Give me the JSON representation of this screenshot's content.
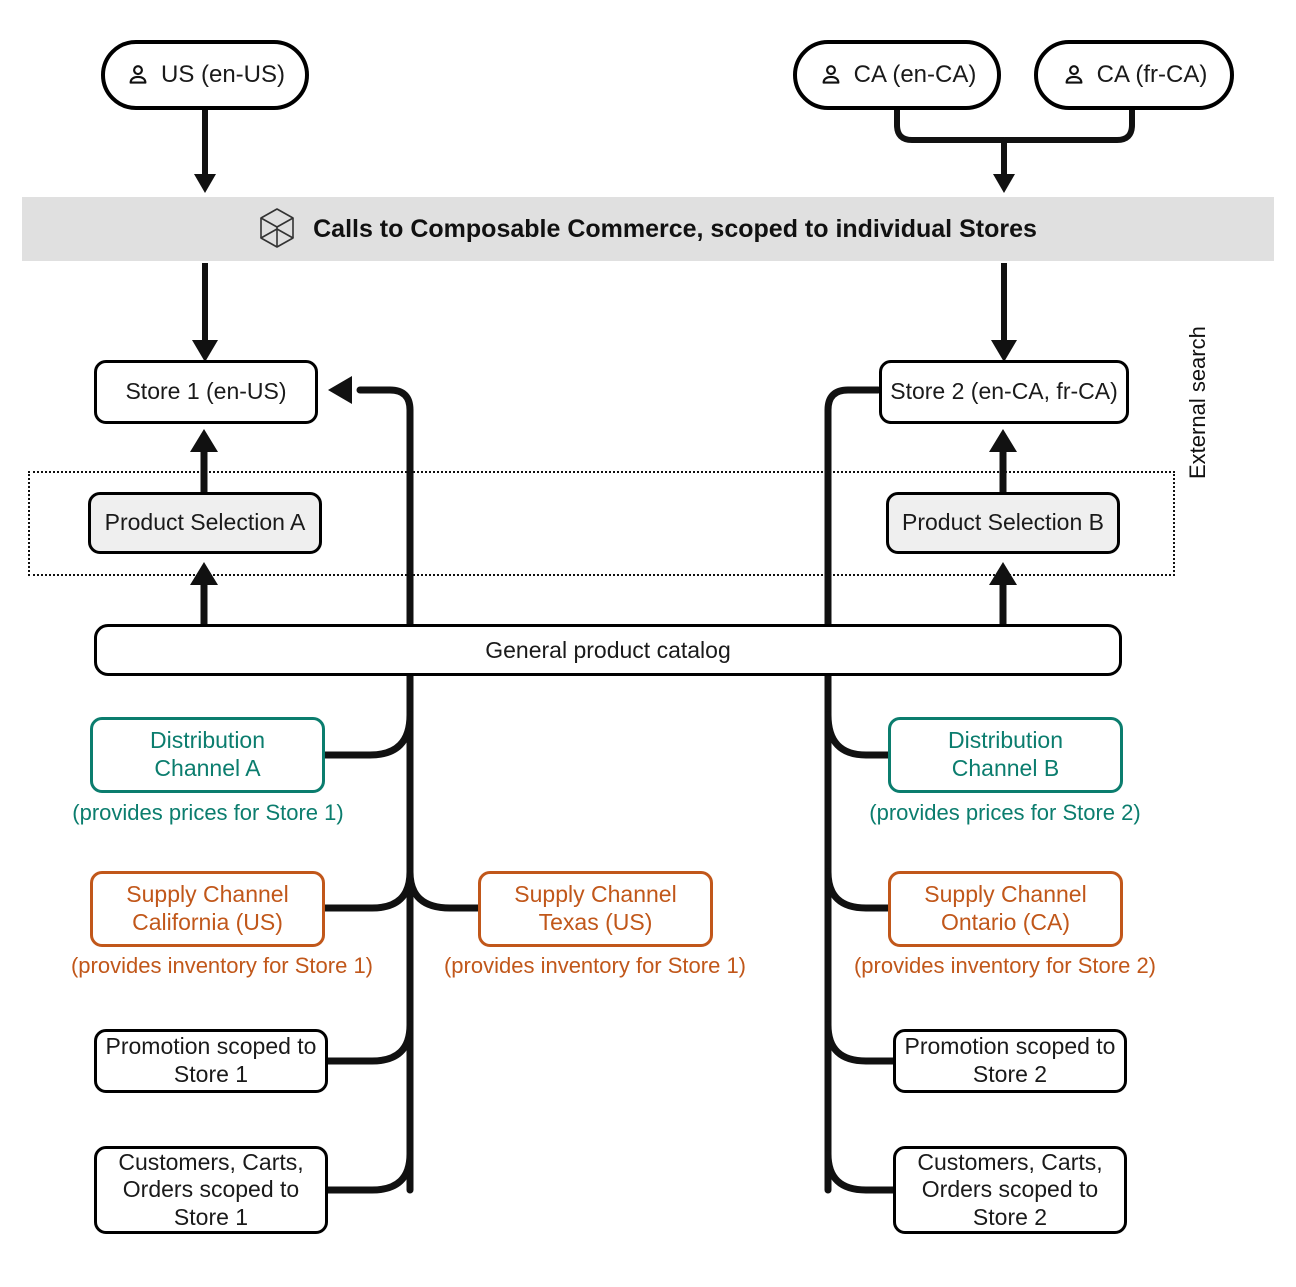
{
  "diagram": {
    "title": "Composable Commerce Stores scoping diagram",
    "colors": {
      "teal": "#0b7d6e",
      "orange": "#c1571a",
      "banner_bg": "#e0e0e0",
      "shaded_box_bg": "#efefef",
      "line": "#111111"
    }
  },
  "channels_users": [
    {
      "id": "us",
      "label": "US (en-US)",
      "icon": "person-icon"
    },
    {
      "id": "ca_en",
      "label": "CA (en-CA)",
      "icon": "person-icon"
    },
    {
      "id": "ca_fr",
      "label": "CA (fr-CA)",
      "icon": "person-icon"
    }
  ],
  "banner": {
    "icon": "cube-icon",
    "label": "Calls to Composable Commerce, scoped to individual Stores"
  },
  "stores": [
    {
      "id": "store1",
      "label": "Store 1 (en-US)"
    },
    {
      "id": "store2",
      "label": "Store 2 (en-CA, fr-CA)"
    }
  ],
  "product_selections": [
    {
      "id": "psa",
      "label": "Product Selection A"
    },
    {
      "id": "psb",
      "label": "Product Selection B"
    }
  ],
  "external_search": {
    "label": "External search"
  },
  "catalog": {
    "label": "General product catalog"
  },
  "distribution_channels": [
    {
      "id": "dca",
      "label": "Distribution\nChannel A",
      "line1": "Distribution",
      "line2": "Channel A",
      "caption": "(provides prices for Store 1)"
    },
    {
      "id": "dcb",
      "label": "Distribution\nChannel B",
      "line1": "Distribution",
      "line2": "Channel B",
      "caption": "(provides prices for Store 2)"
    }
  ],
  "supply_channels": [
    {
      "id": "sca",
      "line1": "Supply Channel",
      "line2": "California (US)",
      "caption": "(provides inventory for Store 1)"
    },
    {
      "id": "sctx",
      "line1": "Supply Channel",
      "line2": "Texas (US)",
      "caption": "(provides inventory for Store 1)"
    },
    {
      "id": "scon",
      "line1": "Supply Channel",
      "line2": "Ontario (CA)",
      "caption": "(provides inventory for Store 2)"
    }
  ],
  "promotions": [
    {
      "id": "promo1",
      "line1": "Promotion scoped to",
      "line2": "Store 1"
    },
    {
      "id": "promo2",
      "line1": "Promotion scoped to",
      "line2": "Store 2"
    }
  ],
  "customer_entities": [
    {
      "id": "cco1",
      "line1": "Customers, Carts,",
      "line2": "Orders scoped to",
      "line3": "Store 1"
    },
    {
      "id": "cco2",
      "line1": "Customers, Carts,",
      "line2": "Orders scoped to",
      "line3": "Store 2"
    }
  ]
}
